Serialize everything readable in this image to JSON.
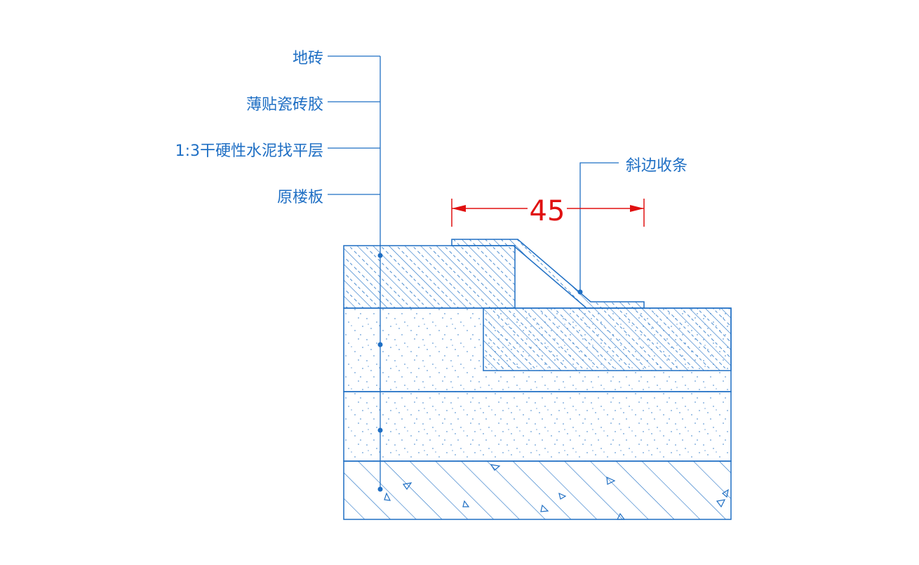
{
  "labels": {
    "tile": "地砖",
    "adhesive": "薄贴瓷砖胶",
    "screed": "1:3干硬性水泥找平层",
    "slab": "原楼板",
    "trim": "斜边收条"
  },
  "dimension": {
    "value": "45"
  },
  "colors": {
    "line": "#1f6fc4",
    "dimension": "#e01010",
    "background": "#ffffff"
  }
}
